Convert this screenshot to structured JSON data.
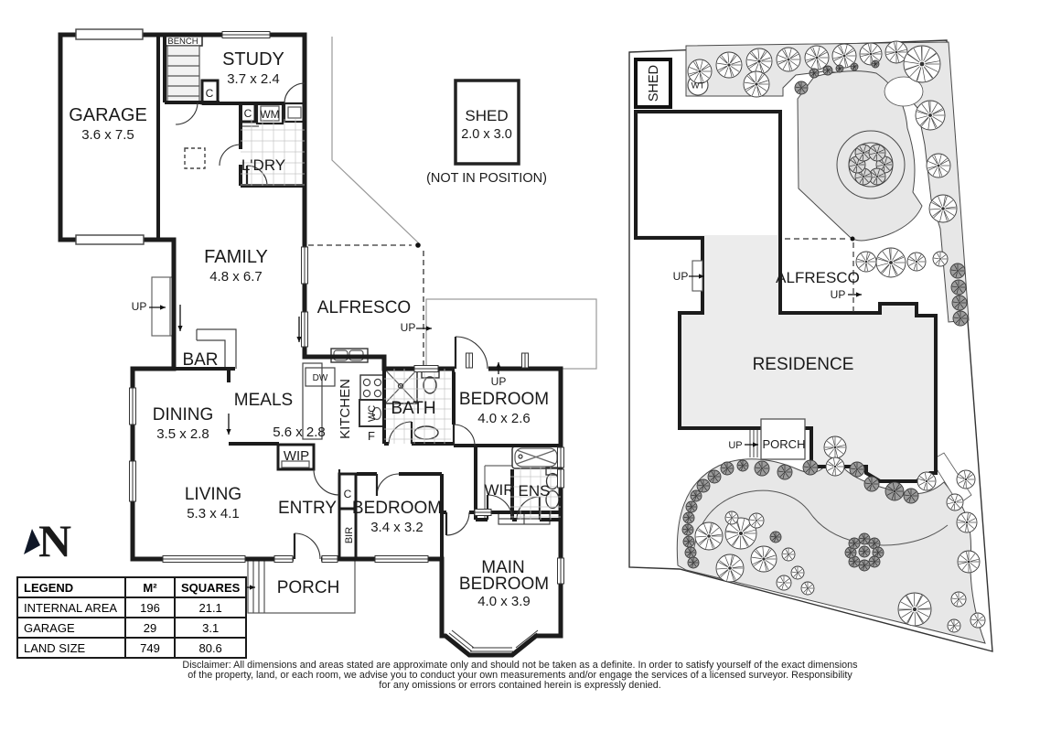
{
  "compass": {
    "letter": "N"
  },
  "floorplan": {
    "bench": "BENCH",
    "garage_name": "GARAGE",
    "garage_dims": "3.6 x 7.5",
    "study_name": "STUDY",
    "study_dims": "3.7 x 2.4",
    "c": "C",
    "wm": "WM",
    "ldry": "L'DRY",
    "family_name": "FAMILY",
    "family_dims": "4.8 x 6.7",
    "up": "UP",
    "bar": "BAR",
    "alfresco": "ALFRESCO",
    "dining_name": "DINING",
    "dining_dims": "3.5 x 2.8",
    "meals_name": "MEALS",
    "meals_dims": "5.6 x 2.8",
    "kitchen": "KITCHEN",
    "dw": "DW",
    "wc": "WC",
    "f": "F",
    "bath": "BATH",
    "bedroom2_name": "BEDROOM",
    "bedroom2_dims": "4.0 x 2.6",
    "wip": "WIP",
    "living_name": "LIVING",
    "living_dims": "5.3 x 4.1",
    "entry": "ENTRY",
    "bir": "BIR",
    "bedroom3_name": "BEDROOM",
    "bedroom3_dims": "3.4 x 3.2",
    "wir": "WIR",
    "ens": "ENS",
    "main_name1": "MAIN",
    "main_name2": "BEDROOM",
    "main_dims": "4.0 x 3.9",
    "porch": "PORCH",
    "shed_name": "SHED",
    "shed_dims": "2.0 x 3.0",
    "shed_note": "(NOT IN POSITION)"
  },
  "siteplan": {
    "shed": "SHED",
    "wt": "WT",
    "up": "UP",
    "alfresco": "ALFRESCO",
    "residence": "RESIDENCE",
    "porch": "PORCH"
  },
  "legend": {
    "title": "LEGEND",
    "col_m2": "M²",
    "col_squares": "SQUARES",
    "rows": [
      {
        "label": "INTERNAL AREA",
        "m2": "196",
        "squares": "21.1"
      },
      {
        "label": "GARAGE",
        "m2": "29",
        "squares": "3.1"
      },
      {
        "label": "LAND SIZE",
        "m2": "749",
        "squares": "80.6"
      }
    ]
  },
  "disclaimer": {
    "line1": "Disclaimer: All dimensions and areas stated are approximate only and should not be taken as a definite. In order to satisfy yourself of the exact dimensions",
    "line2": "of the property, land, or each room, we advise you to conduct your own measurements and/or engage the services of a licensed surveyor. Responsibility",
    "line3": "for any omissions or errors contained herein is expressly denied."
  }
}
